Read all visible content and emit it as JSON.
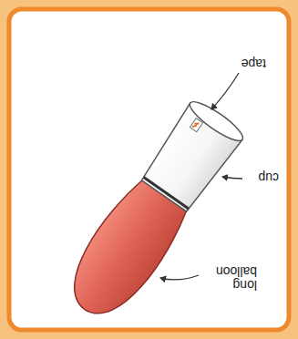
{
  "diagram": {
    "labels": [
      "tape",
      "cup",
      "long balloon"
    ]
  }
}
